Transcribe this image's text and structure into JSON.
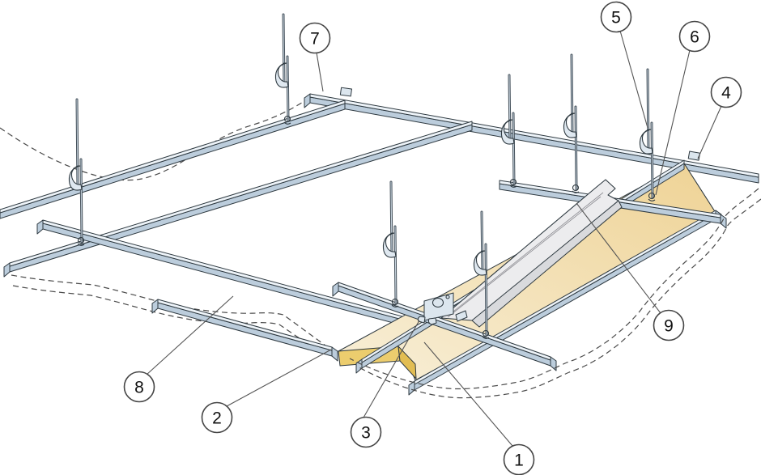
{
  "figure": {
    "kind": "suspended-ceiling-assembly-diagram",
    "background": "#ffffff",
    "callouts": [
      {
        "label": "1"
      },
      {
        "label": "2"
      },
      {
        "label": "3"
      },
      {
        "label": "4"
      },
      {
        "label": "5"
      },
      {
        "label": "6"
      },
      {
        "label": "7"
      },
      {
        "label": "8"
      },
      {
        "label": "9"
      }
    ],
    "colors": {
      "rail_face": "#bccddc",
      "rail_flange": "#edf3f8",
      "outline": "#2e3940",
      "panel_light": "#f8efd8",
      "panel_tan": "#efd498",
      "panel_fold": "#eccd6e",
      "panel_fold_dark": "#e2bd52",
      "profile_light": "#ececee",
      "profile_shade": "#d9dadd",
      "leader": "#555555"
    }
  }
}
